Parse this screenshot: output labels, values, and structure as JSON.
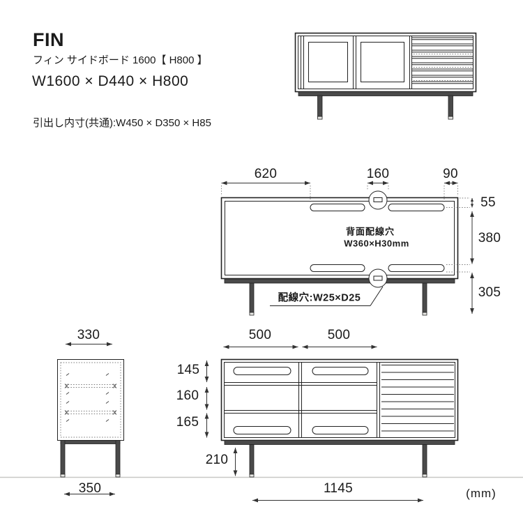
{
  "header": {
    "brand": "FIN",
    "subtitle": "フィン サイドボード 1600【 H800 】",
    "overall_size": "W1600 × D440 × H800",
    "drawer_note": "引出し内寸(共通):W450 × D350 × H85"
  },
  "units_label": "(mm)",
  "rear_view": {
    "dim_620": "620",
    "dim_160": "160",
    "dim_90": "90",
    "dim_55": "55",
    "dim_380": "380",
    "dim_305": "305",
    "back_hole_title": "背面配線穴",
    "back_hole_size": "W360×H30mm",
    "bottom_hole_label": "配線穴:W25×D25"
  },
  "side_view": {
    "dim_330": "330",
    "dim_350": "350"
  },
  "front_view": {
    "dim_500_left": "500",
    "dim_500_right": "500",
    "dim_145": "145",
    "dim_160": "160",
    "dim_165": "165",
    "dim_210": "210",
    "dim_1145": "1145"
  },
  "colors": {
    "line": "#222222",
    "dimension_line": "#333333",
    "leg_fill": "#4a4a4a",
    "ground_line": "#c8c8c6",
    "text": "#1a1a1a"
  }
}
